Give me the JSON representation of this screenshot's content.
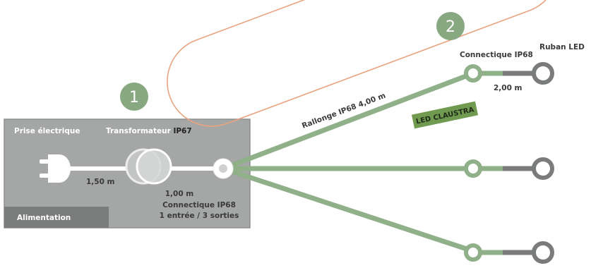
{
  "badges": {
    "one": "1",
    "two": "2"
  },
  "labels": {
    "plug": "Prise électrique",
    "transformer_prefix": "Transformateur ",
    "transformer_rating": "IP67",
    "cable_plug_length": "1,50 m",
    "cable_transformer_length": "1,00 m",
    "connector_main": "Connectique IP68",
    "connector_main_detail": "1 entrée / 3 sorties",
    "power_tab": "Alimentation",
    "extension": "Rallonge IP68 4,00 m",
    "product_tag": "LED CLAUSTRA",
    "connector_end": "Connectique IP68",
    "strip": "Ruban LED",
    "strip_cable_length": "2,00 m"
  },
  "colors": {
    "green": "#8fb088",
    "badge_green": "#87a880",
    "grey_panel": "#a5a6a6",
    "grey_dark": "#7a7b7b",
    "outline_orange": "#e9a37f",
    "product_tag_bg": "#6f9a50"
  }
}
